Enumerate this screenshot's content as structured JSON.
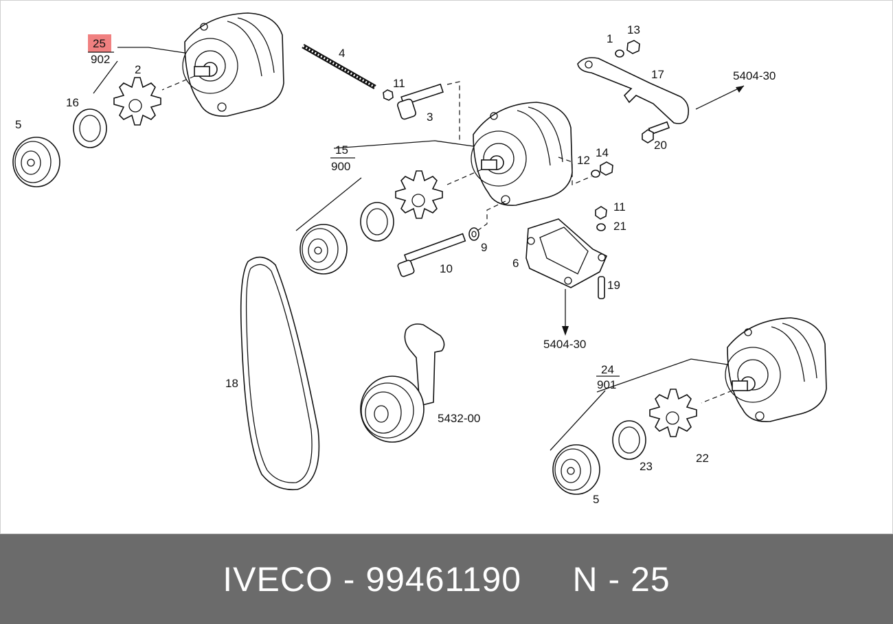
{
  "highlight_color": "#f08080",
  "footer": {
    "brand": "IVECO",
    "separator": " - ",
    "part_number": "99461190",
    "gap": "     ",
    "ref": "N - 25",
    "background": "#6b6b6b"
  },
  "labels": {
    "l25": "25",
    "l902": "902",
    "l2": "2",
    "l16": "16",
    "l5a": "5",
    "l4": "4",
    "l11a": "11",
    "l3": "3",
    "l1": "1",
    "l13": "13",
    "l17": "17",
    "l5404a": "5404-30",
    "l20": "20",
    "l15": "15",
    "l900": "900",
    "l12": "12",
    "l14": "14",
    "l11b": "11",
    "l21": "21",
    "l9": "9",
    "l10": "10",
    "l6": "6",
    "l19": "19",
    "l5404b": "5404-30",
    "l18": "18",
    "l5432": "5432-00",
    "l24": "24",
    "l901": "901",
    "l22": "22",
    "l23": "23",
    "l5b": "5"
  }
}
